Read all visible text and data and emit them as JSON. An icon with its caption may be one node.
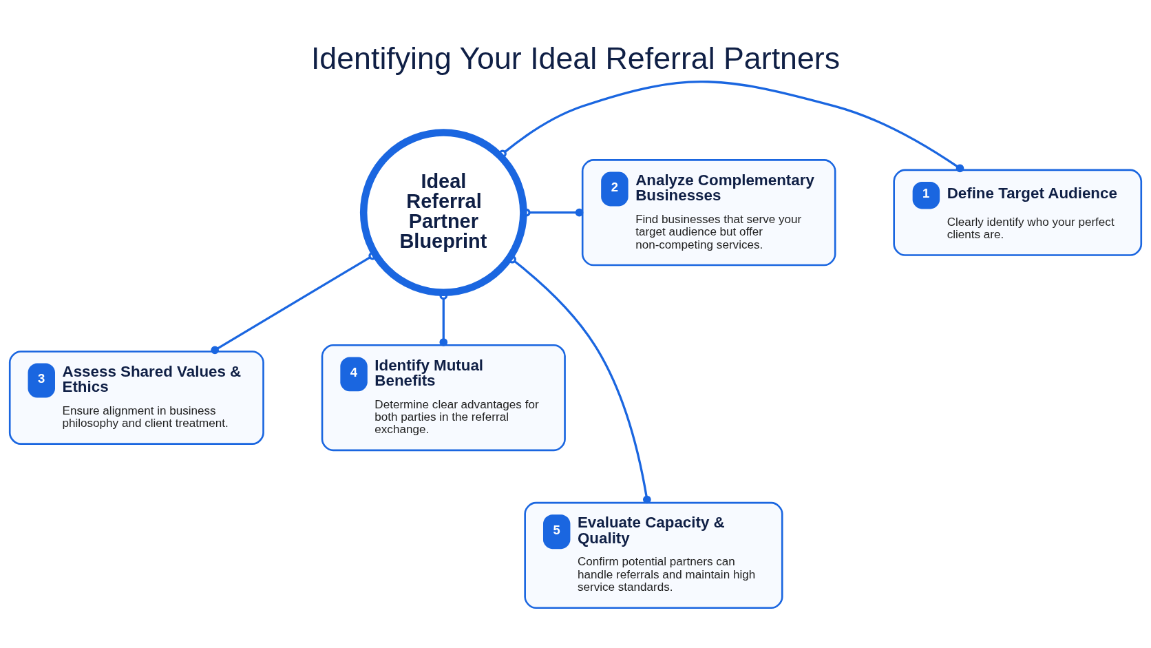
{
  "diagram": {
    "title": "Identifying Your Ideal Referral Partners",
    "nodes": [
      {
        "text": [
          "Ideal Referral Partner Blueprint"
        ]
      },
      {
        "text": [
          "1",
          "Define Target Audience",
          "Clearly identify who your perfect clients are."
        ]
      },
      {
        "text": [
          "2",
          "Analyze Complementary Businesses",
          "Find businesses that serve your target audience but offer non-competing services."
        ]
      },
      {
        "text": [
          "3",
          "Assess Shared Values & Ethics",
          "Ensure alignment in business philosophy and client treatment."
        ]
      },
      {
        "text": [
          "4",
          "Identify Mutual Benefits",
          "Determine clear advantages for both parties in the referral exchange."
        ]
      },
      {
        "text": [
          "5",
          "Evaluate Capacity & Quality",
          "Confirm potential partners can handle referrals and maintain high service standards."
        ]
      }
    ],
    "edges": [
      {
        "from": 0,
        "to": 1,
        "arrow": "other"
      },
      {
        "from": 0,
        "to": 2,
        "arrow": "other"
      },
      {
        "from": 0,
        "to": 3,
        "arrow": "other"
      },
      {
        "from": 0,
        "to": 4,
        "arrow": "other"
      },
      {
        "from": 0,
        "to": 5,
        "arrow": "other"
      }
    ]
  }
}
